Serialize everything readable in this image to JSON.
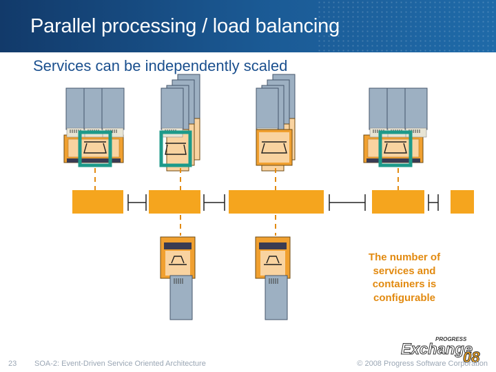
{
  "header": {
    "title": "Parallel processing / load balancing"
  },
  "subtitle": "Services can be independently scaled",
  "note": [
    "The number of",
    "services and",
    "containers is",
    "configurable"
  ],
  "footer": {
    "slide_number": "23",
    "presentation_title": "SOA-2: Event-Driven Service Oriented Architecture",
    "copyright": "© 2008 Progress Software Corporation"
  },
  "logo": {
    "brand": "PROGRESS",
    "product": "Exchange",
    "edition": "08"
  },
  "colors": {
    "header": "#1b5b96",
    "accent": "#e28a10",
    "bus": "#f5a51e",
    "container": "#f0a030",
    "service": "#9db0c2",
    "handle": "#1d9a8a"
  }
}
